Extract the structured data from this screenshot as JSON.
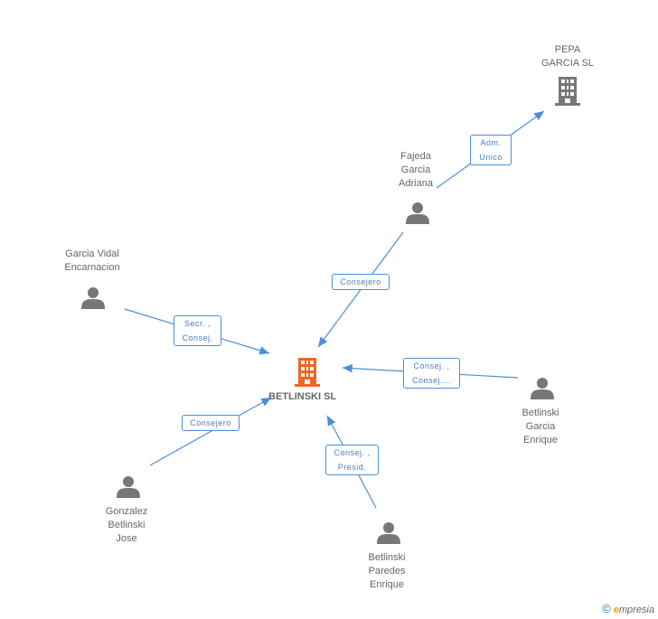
{
  "center": {
    "name": "BETLINSKI SL",
    "color": "#f26522"
  },
  "company": {
    "name": "PEPA\nGARCIA SL",
    "color": "#777777"
  },
  "people": [
    {
      "id": "fajeda",
      "name": "Fajeda\nGarcia\nAdriana"
    },
    {
      "id": "garcia-vidal",
      "name": "Garcia Vidal\nEncarnacion"
    },
    {
      "id": "betlinski-garcia",
      "name": "Betlinski\nGarcia\nEnrique"
    },
    {
      "id": "gonzalez",
      "name": "Gonzalez\nBetlinski\nJose"
    },
    {
      "id": "betlinski-paredes",
      "name": "Betlinski\nParedes\nEnrique"
    }
  ],
  "roles": {
    "adm": "Adm.\nUnico",
    "consejero_fajeda": "Consejero",
    "secr": "Secr. ,\nConsej.",
    "consej_betlinski_garcia": "Consej. ,\nConsej....",
    "consejero_gonzalez": "Consejero",
    "consej_presid": "Consej. ,\nPresid."
  },
  "edge_color": "#4a90d9",
  "person_color": "#777777",
  "brand": {
    "copyright": "©",
    "e": "e",
    "rest": "mpresia"
  }
}
